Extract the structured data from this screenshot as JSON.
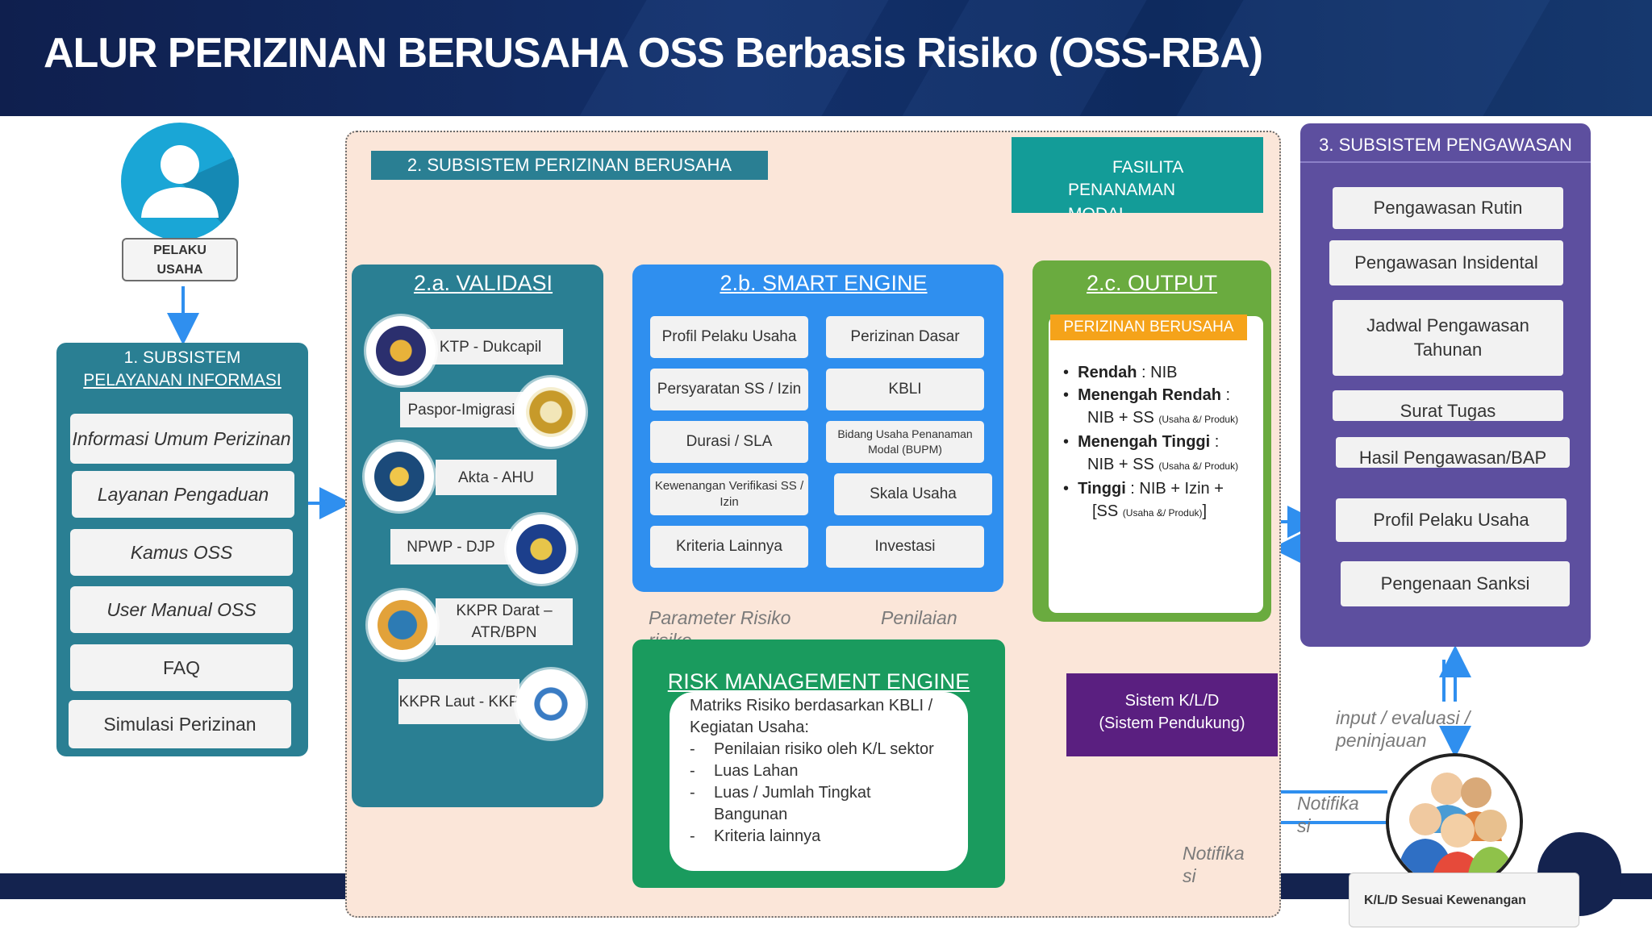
{
  "title": "ALUR PERIZINAN BERUSAHA OSS Berbasis Risiko (OSS-RBA)",
  "pelaku": {
    "line1": "PELAKU",
    "line2": "USAHA"
  },
  "subsistem1": {
    "title_line1": "1. SUBSISTEM",
    "title_line2": "PELAYANAN INFORMASI",
    "items": [
      "Informasi Umum Perizinan",
      "Layanan Pengaduan",
      "Kamus OSS",
      "User Manual OSS",
      "FAQ",
      "Simulasi Perizinan"
    ]
  },
  "subsistem2": {
    "label": "2. SUBSISTEM PERIZINAN BERUSAHA",
    "validasi": {
      "title": "2.a. VALIDASI",
      "items": [
        "KTP - Dukcapil",
        "Paspor-Imigrasi",
        "Akta - AHU",
        "NPWP - DJP",
        "KKPR Darat – ATR/BPN",
        "KKPR Laut - KKP"
      ]
    },
    "smart_engine": {
      "title": "2.b. SMART ENGINE",
      "left": [
        "Profil Pelaku Usaha",
        "Persyaratan SS / Izin",
        "Durasi / SLA",
        "Kewenangan Verifikasi SS / Izin",
        "Kriteria Lainnya"
      ],
      "right": [
        "Perizinan Dasar",
        "KBLI",
        "Bidang Usaha Penanaman Modal (BUPM)",
        "Skala Usaha",
        "Investasi"
      ]
    },
    "output": {
      "title": "2.c. OUTPUT",
      "badge": "PERIZINAN BERUSAHA",
      "rendah_b": "Rendah",
      "rendah_t": " : NIB",
      "mr_b": "Menengah Rendah",
      "mr_t": " :",
      "mr_2": "NIB + SS ",
      "mr_s": "(Usaha &/ Produk)",
      "mt_b": "Menengah Tinggi",
      "mt_t": " :",
      "mt_2": "NIB + SS ",
      "mt_s": "(Usaha &/ Produk)",
      "t_b": "Tinggi",
      "t_t": " : NIB + Izin +",
      "t_2a": "[SS ",
      "t_2s": "(Usaha &/ Produk)",
      "t_2b": "]"
    },
    "fasilitas": {
      "l1": "FASILITA",
      "l2": "PENANAMAN",
      "l3": "MODAL"
    },
    "parameter": "Parameter Risiko risiko",
    "penilaian": "Penilaian",
    "risk": {
      "title": "RISK MANAGEMENT ENGINE",
      "intro": "Matriks Risiko berdasarkan KBLI / Kegiatan Usaha:",
      "items": [
        "Penilaian risiko oleh K/L sektor",
        "Luas Lahan",
        "Luas / Jumlah Tingkat Bangunan",
        "Kriteria lainnya"
      ]
    },
    "sistem_kld": {
      "l1": "Sistem K/L/D",
      "l2": "(Sistem Pendukung)"
    },
    "notifikasi_a": "Notifika si"
  },
  "subsistem3": {
    "title": "3. SUBSISTEM PENGAWASAN",
    "items": [
      "Pengawasan Rutin",
      "Pengawasan Insidental",
      "Jadwal Pengawasan Tahunan",
      "Surat Tugas",
      "Hasil Pengawasan/BAP",
      "Profil Pelaku Usaha",
      "Pengenaan Sanksi"
    ]
  },
  "input_evaluasi": "input / evaluasi / peninjauan",
  "notifikasi_b": "Notifika si",
  "kld_label": "K/L/D Sesuai Kewenangan",
  "colors": {
    "header": "#13306a",
    "teal": "#2a7f93",
    "blue": "#2f8fef",
    "green": "#6aab3f",
    "purple": "#5d4f9f",
    "risk": "#1a9b5e",
    "orange": "#f5a31a"
  }
}
